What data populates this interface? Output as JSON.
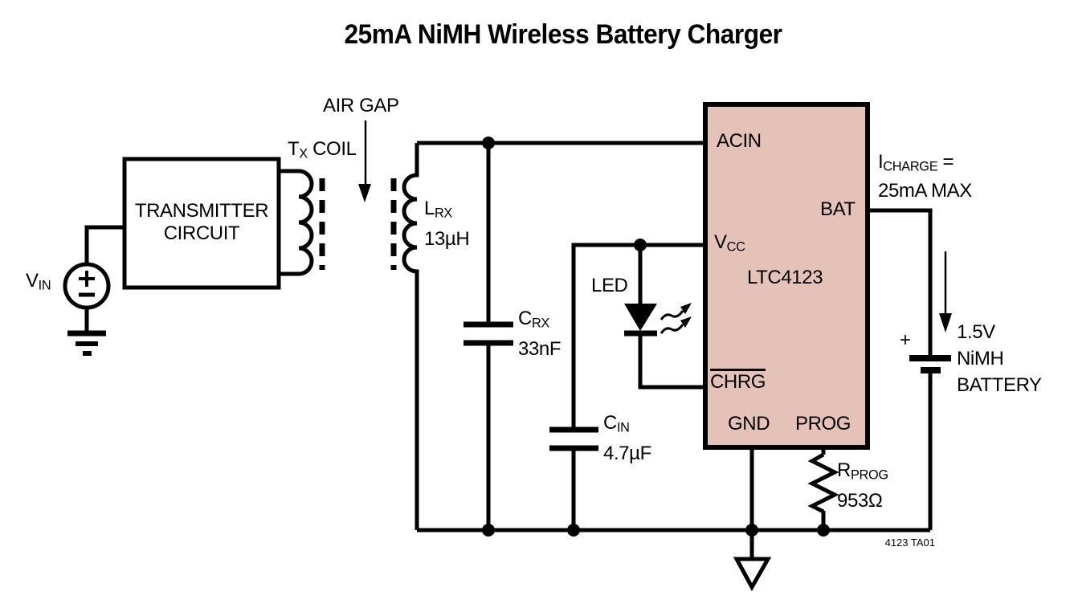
{
  "title": "25mA NiMH Wireless Battery Charger",
  "colors": {
    "line": "#000000",
    "ic_fill": "#e5c2b8",
    "background": "#ffffff"
  },
  "transmitter": {
    "vin": {
      "base": "V",
      "sub": "IN"
    },
    "box": {
      "line1": "TRANSMITTER",
      "line2": "CIRCUIT"
    },
    "tx_coil": {
      "base": "T",
      "sub": "X",
      "suffix": " COIL"
    },
    "air_gap": "AIR GAP"
  },
  "receiver": {
    "lrx": {
      "base": "L",
      "sub": "RX",
      "value": "13µH"
    },
    "crx": {
      "base": "C",
      "sub": "RX",
      "value": "33nF"
    },
    "cin": {
      "base": "C",
      "sub": "IN",
      "value": "4.7µF"
    },
    "led": "LED"
  },
  "ic": {
    "part": "LTC4123",
    "pins": {
      "acin": "ACIN",
      "vcc_base": "V",
      "vcc_sub": "CC",
      "chrg": "CHRG",
      "gnd": "GND",
      "prog": "PROG",
      "bat": "BAT"
    }
  },
  "output": {
    "icharge": {
      "base": "I",
      "sub": "CHARGE",
      "suffix": " =",
      "line2": "25mA MAX"
    },
    "battery": {
      "plus": "+",
      "lines": [
        "1.5V",
        "NiMH",
        "BATTERY"
      ]
    }
  },
  "rprog": {
    "base": "R",
    "sub": "PROG",
    "value": "953Ω"
  },
  "figure_ref": "4123 TA01"
}
